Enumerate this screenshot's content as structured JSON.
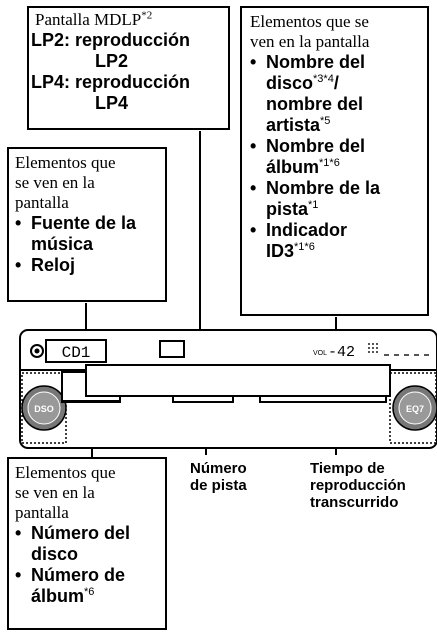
{
  "mdlp_box": {
    "title": "Pantalla MDLP",
    "title_note": "*2",
    "lp2_label": "LP2:",
    "lp2_text": "reproducción",
    "lp2_value": "LP2",
    "lp4_label": "LP4:",
    "lp4_text": "reproducción",
    "lp4_value": "LP4"
  },
  "right_box": {
    "heading_1": "Elementos que se",
    "heading_2": "ven en la pantalla",
    "items": [
      {
        "line1": "Nombre del",
        "line2": "disco",
        "note2": "*3*4",
        "sep": "/",
        "line3": "nombre del",
        "line4": "artista",
        "note4": "*5"
      },
      {
        "line1": "Nombre del",
        "line2": "álbum",
        "note2": "*1*6"
      },
      {
        "line1": "Nombre de la",
        "line2": "pista",
        "note2": "*1"
      },
      {
        "line1": "Indicador",
        "line2": "ID3",
        "note2": "*1*6"
      }
    ]
  },
  "left_box": {
    "heading_1": "Elementos que",
    "heading_2": "se ven en la",
    "heading_3": "pantalla",
    "item1_line1": "Fuente de la",
    "item1_line2": "música",
    "item2": "Reloj"
  },
  "bottom_box": {
    "heading_1": "Elementos que",
    "heading_2": "se ven en la",
    "heading_3": "pantalla",
    "item1_line1": "Número del",
    "item1_line2": "disco",
    "item2_line1": "Número de",
    "item2_line2": "álbum",
    "item2_note": "*6"
  },
  "labels": {
    "track_1": "Número",
    "track_2": "de pista",
    "time_1": "Tiempo de",
    "time_2": "reproducción",
    "time_3": "transcurrido"
  },
  "display": {
    "source_text": "CD1",
    "vol_label": "VOL",
    "vol_value": "-42",
    "left_knob": "DSO",
    "right_knob": "EQ7"
  }
}
